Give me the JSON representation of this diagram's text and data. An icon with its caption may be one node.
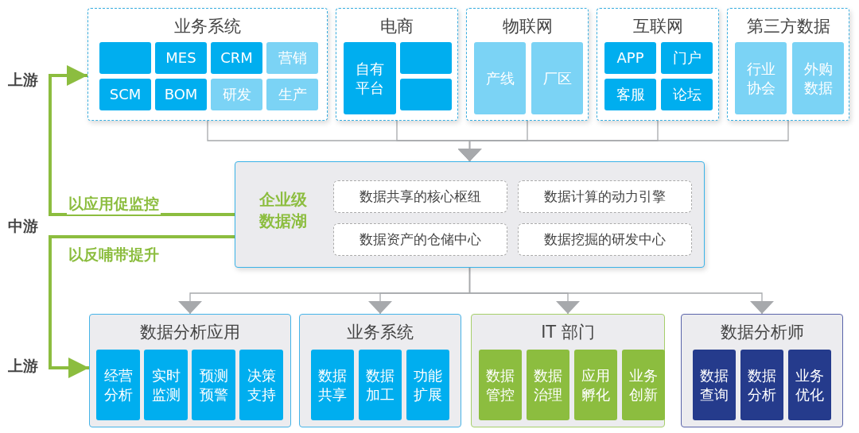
{
  "diagram": {
    "nodes": [
      {
        "text": [
          "业务系统"
        ]
      },
      {
        "text": [],
        "shape": "box",
        "in": 0
      },
      {
        "text": [
          "MES"
        ],
        "in": 0
      },
      {
        "text": [
          "CRM"
        ],
        "in": 0
      },
      {
        "text": [
          "营销"
        ],
        "in": 0
      },
      {
        "text": [
          "SCM"
        ],
        "in": 0
      },
      {
        "text": [
          "BOM"
        ],
        "in": 0
      },
      {
        "text": [
          "研发"
        ],
        "in": 0
      },
      {
        "text": [
          "生产"
        ],
        "in": 0
      },
      {
        "text": [
          "电商"
        ]
      },
      {
        "text": [
          "自有平台"
        ],
        "in": 9
      },
      {
        "text": [],
        "shape": "box",
        "in": 9
      },
      {
        "text": [],
        "shape": "box",
        "in": 9
      },
      {
        "text": [
          "物联网"
        ]
      },
      {
        "text": [
          "产线"
        ],
        "in": 13
      },
      {
        "text": [
          "厂区"
        ],
        "in": 13
      },
      {
        "text": [
          "互联网"
        ]
      },
      {
        "text": [
          "APP"
        ],
        "in": 16
      },
      {
        "text": [
          "门户"
        ],
        "in": 16
      },
      {
        "text": [
          "客服"
        ],
        "in": 16
      },
      {
        "text": [
          "论坛"
        ],
        "in": 16
      },
      {
        "text": [
          "第三方数据"
        ]
      },
      {
        "text": [
          "行业协会"
        ],
        "in": 21
      },
      {
        "text": [
          "外购数据"
        ],
        "in": 21
      },
      {
        "text": [
          "企业级数据湖"
        ]
      },
      {
        "text": [
          "数据共享的核心枢纽"
        ],
        "in": 24
      },
      {
        "text": [
          "数据计算的动力引擎"
        ],
        "in": 24
      },
      {
        "text": [
          "数据资产的仓储中心"
        ],
        "in": 24
      },
      {
        "text": [
          "数据挖掘的研发中心"
        ],
        "in": 24
      },
      {
        "text": [
          "数据分析应用"
        ]
      },
      {
        "text": [
          "经营分析"
        ],
        "in": 29
      },
      {
        "text": [
          "实时监测"
        ],
        "in": 29
      },
      {
        "text": [
          "预测预警"
        ],
        "in": 29
      },
      {
        "text": [
          "决策支持"
        ],
        "in": 29
      },
      {
        "text": [
          "业务系统"
        ]
      },
      {
        "text": [
          "数据共享"
        ],
        "in": 34
      },
      {
        "text": [
          "数据加工"
        ],
        "in": 34
      },
      {
        "text": [
          "功能扩展"
        ],
        "in": 34
      },
      {
        "text": [
          "IT 部门"
        ]
      },
      {
        "text": [
          "数据管控"
        ],
        "in": 38
      },
      {
        "text": [
          "数据治理"
        ],
        "in": 38
      },
      {
        "text": [
          "应用孵化"
        ],
        "in": 38
      },
      {
        "text": [
          "业务创新"
        ],
        "in": 38
      },
      {
        "text": [
          "数据分析师"
        ]
      },
      {
        "text": [
          "数据查询"
        ],
        "in": 43
      },
      {
        "text": [
          "数据分析"
        ],
        "in": 43
      },
      {
        "text": [
          "业务优化"
        ],
        "in": 43
      }
    ],
    "edges": [
      {
        "from": 0,
        "to": 24,
        "arrow": "to"
      },
      {
        "from": 9,
        "to": 24,
        "arrow": "to"
      },
      {
        "from": 13,
        "to": 24,
        "arrow": "to"
      },
      {
        "from": 16,
        "to": 24,
        "arrow": "to"
      },
      {
        "from": 21,
        "to": 24,
        "arrow": "to"
      },
      {
        "from": 24,
        "to": 29,
        "arrow": "to"
      },
      {
        "from": 24,
        "to": 34,
        "arrow": "to"
      },
      {
        "from": 24,
        "to": 38,
        "arrow": "to"
      },
      {
        "from": 24,
        "to": 43,
        "arrow": "to"
      },
      {
        "from": 24,
        "to": 0,
        "arrow": "to",
        "label": "以应用促监控",
        "style": "thick",
        "color": "#8cbd3f"
      },
      {
        "from": 24,
        "to": 29,
        "arrow": "to",
        "label": "以反哺带提升",
        "style": "thick",
        "color": "#8cbd3f"
      }
    ],
    "labels": [
      "上游",
      "中游",
      "上游"
    ]
  }
}
